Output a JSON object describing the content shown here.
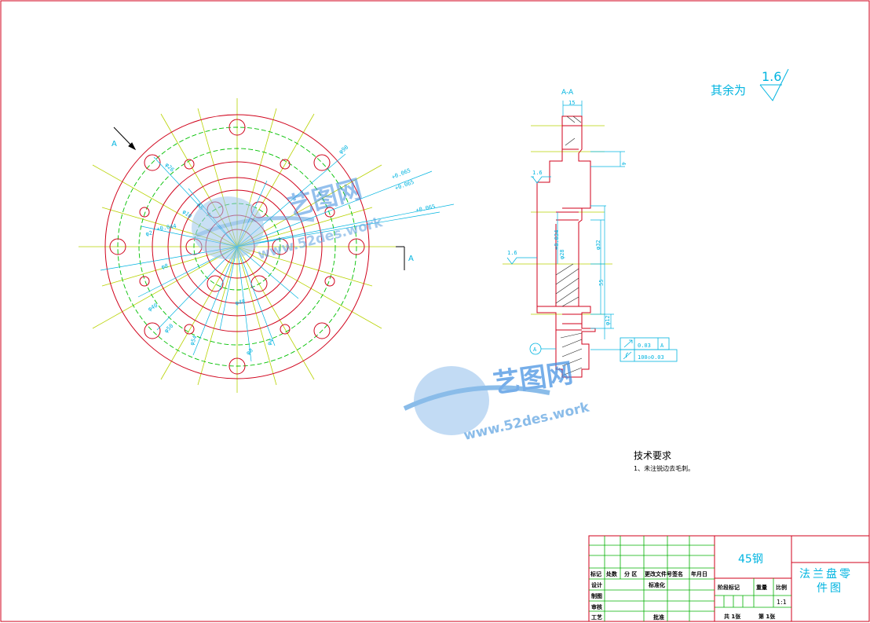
{
  "section": {
    "label": "A-A",
    "dim_width": "15",
    "dim_step": "4",
    "dim_bore_tol": "+0.034",
    "dim_bore": "φ28",
    "dim_d32": "φ32",
    "dim_55": "55",
    "dim_d12": "φ12",
    "roughness_side": "1.6",
    "roughness_top": "1.6",
    "datum": "A",
    "tol1_value": "0.03",
    "tol1_datum": "A",
    "tol2_value": "100◇0.03"
  },
  "front_view": {
    "section_mark_a": "A",
    "section_mark_b": "A",
    "dims": [
      "φ90",
      "φ26",
      "+0.065",
      "R8",
      "+0.065",
      "φ10",
      "+0.065",
      "+0.044",
      "φ2",
      "φ8",
      "φ40",
      "φ50",
      "φ54",
      "φ48",
      "φ4",
      "φ8"
    ]
  },
  "roughness_note": {
    "prefix": "其余为",
    "value": "1.6"
  },
  "tech": {
    "title": "技术要求",
    "line1": "1、未注锐边去毛刺。"
  },
  "title_block": {
    "material": "45钢",
    "part_name_line1": "法兰盘零",
    "part_name_line2": "件图",
    "headers": [
      "标记",
      "处数",
      "分 区",
      "更改文件号",
      "签名",
      "年月日"
    ],
    "rows": [
      "设计",
      "制图",
      "审核",
      "工艺"
    ],
    "std": "标准化",
    "approve": "批准",
    "stage": "阶段标记",
    "weight": "重量",
    "scale_label": "比例",
    "scale": "1:1",
    "sheets_total": "共 1张",
    "sheet_no": "第 1张"
  },
  "watermark": {
    "brand": "艺图网",
    "url": "www.52des.work"
  }
}
